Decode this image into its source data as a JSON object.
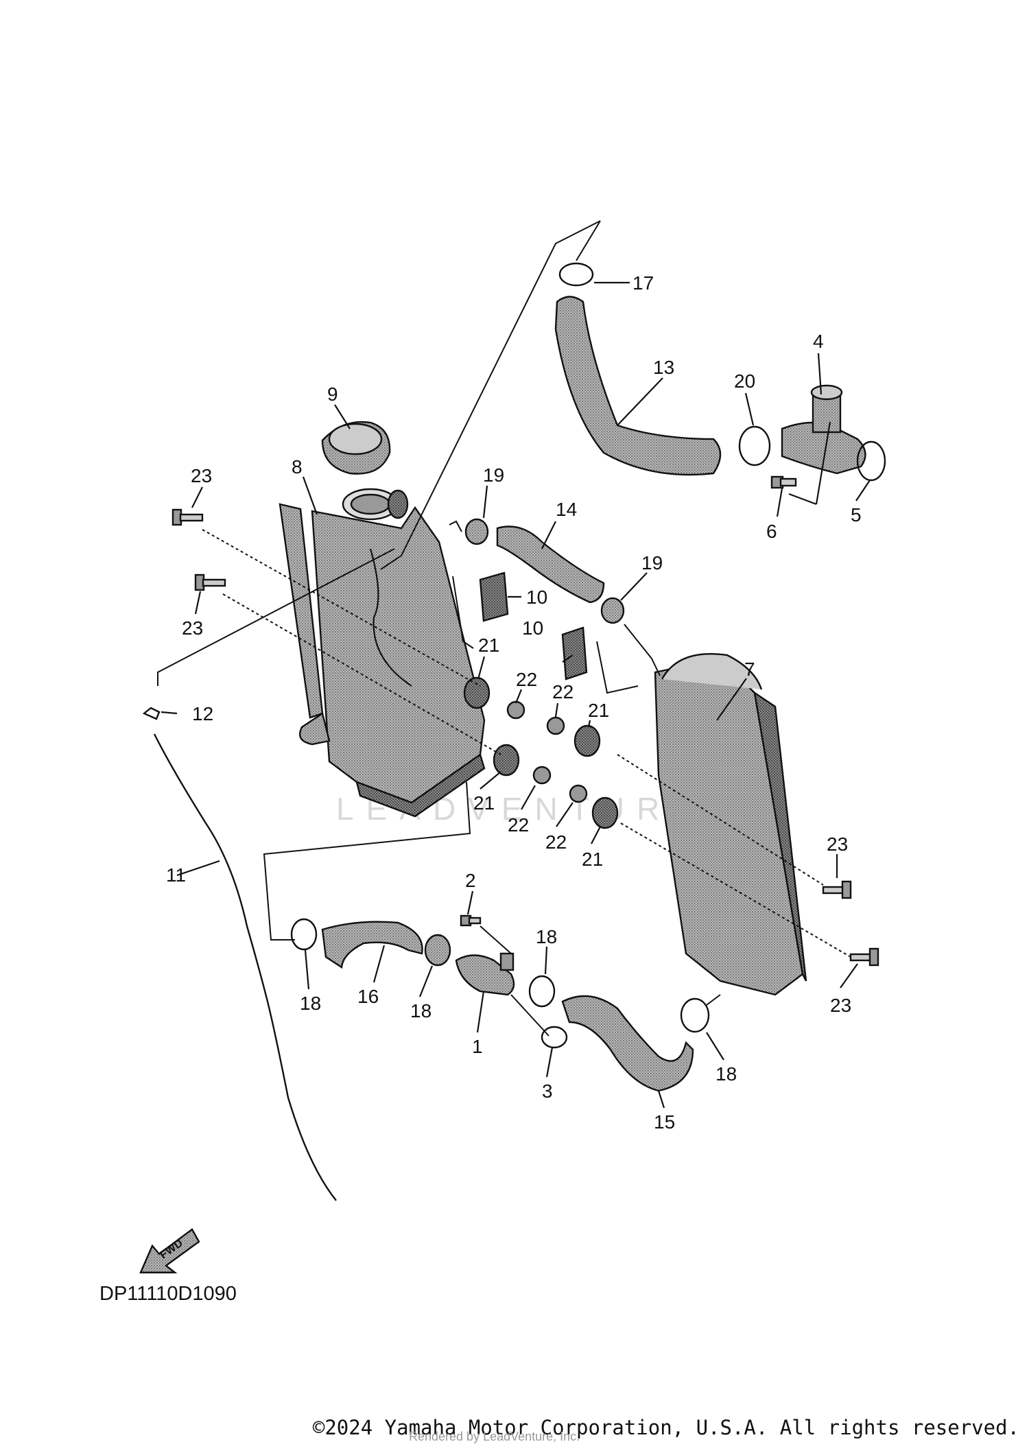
{
  "diagram": {
    "id": "DP11110D1090",
    "fwd_label": "FWD",
    "watermark": "LEADVENTURE",
    "callouts": [
      {
        "key": "c1",
        "label": "1"
      },
      {
        "key": "c2",
        "label": "2"
      },
      {
        "key": "c3",
        "label": "3"
      },
      {
        "key": "c4",
        "label": "4"
      },
      {
        "key": "c5",
        "label": "5"
      },
      {
        "key": "c6",
        "label": "6"
      },
      {
        "key": "c7",
        "label": "7"
      },
      {
        "key": "c8",
        "label": "8"
      },
      {
        "key": "c9",
        "label": "9"
      },
      {
        "key": "c10a",
        "label": "10"
      },
      {
        "key": "c10b",
        "label": "10"
      },
      {
        "key": "c11",
        "label": "11"
      },
      {
        "key": "c12",
        "label": "12"
      },
      {
        "key": "c13",
        "label": "13"
      },
      {
        "key": "c14",
        "label": "14"
      },
      {
        "key": "c15",
        "label": "15"
      },
      {
        "key": "c16",
        "label": "16"
      },
      {
        "key": "c17",
        "label": "17"
      },
      {
        "key": "c18a",
        "label": "18"
      },
      {
        "key": "c18b",
        "label": "18"
      },
      {
        "key": "c18c",
        "label": "18"
      },
      {
        "key": "c18d",
        "label": "18"
      },
      {
        "key": "c19a",
        "label": "19"
      },
      {
        "key": "c19b",
        "label": "19"
      },
      {
        "key": "c20",
        "label": "20"
      },
      {
        "key": "c21a",
        "label": "21"
      },
      {
        "key": "c21b",
        "label": "21"
      },
      {
        "key": "c21c",
        "label": "21"
      },
      {
        "key": "c21d",
        "label": "21"
      },
      {
        "key": "c22a",
        "label": "22"
      },
      {
        "key": "c22b",
        "label": "22"
      },
      {
        "key": "c22c",
        "label": "22"
      },
      {
        "key": "c22d",
        "label": "22"
      },
      {
        "key": "c23a",
        "label": "23"
      },
      {
        "key": "c23b",
        "label": "23"
      },
      {
        "key": "c23c",
        "label": "23"
      },
      {
        "key": "c23d",
        "label": "23"
      }
    ]
  },
  "footer": {
    "copyright": "©2024 Yamaha Motor Corporation, U.S.A. All rights reserved.",
    "rendered_by": "Rendered by LeadVenture, Inc."
  },
  "colors": {
    "line": "#111111",
    "part_fill": "#9a9a9a",
    "part_fill_light": "#c4c4c4",
    "watermark": "#d8d8d8"
  }
}
